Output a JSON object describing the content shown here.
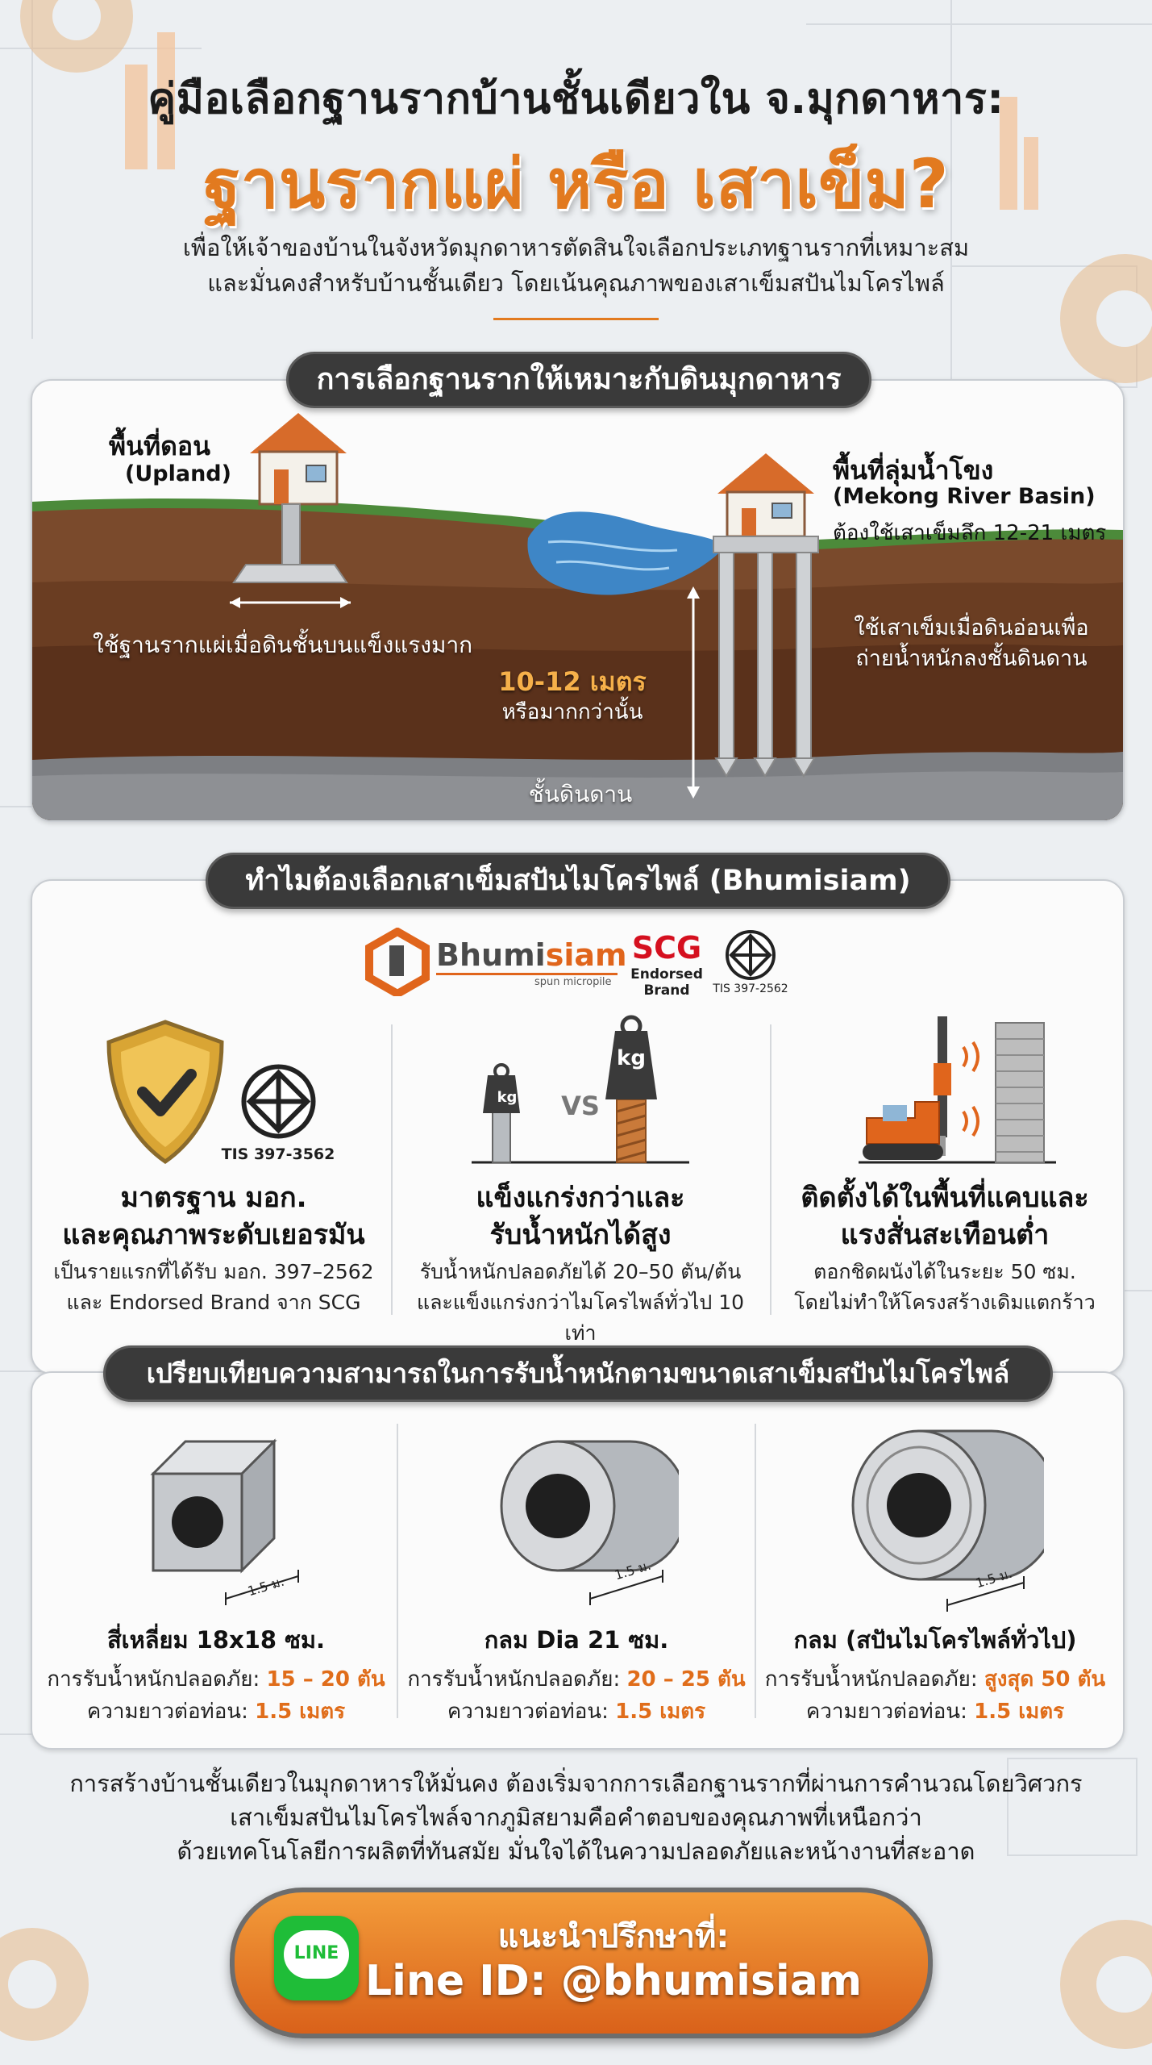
{
  "header": {
    "title_line1": "คู่มือเลือกฐานรากบ้านชั้นเดียวใน จ.มุกดาหาร:",
    "title_line2": "ฐานรากแผ่ หรือ เสาเข็ม?",
    "subtitle_line1": "เพื่อให้เจ้าของบ้านในจังหวัดมุกดาหารตัดสินใจเลือกประเภทฐานรากที่เหมาะสม",
    "subtitle_line2": "และมั่นคงสำหรับบ้านชั้นเดียว โดยเน้นคุณภาพของเสาเข็มสปันไมโครไพล์"
  },
  "soil_section": {
    "heading": "การเลือกฐานรากให้เหมาะกับดินมุกดาหาร",
    "upland_th": "พื้นที่ดอน",
    "upland_en": "(Upland)",
    "upland_note": "ใช้ฐานรากแผ่เมื่อดินชั้นบนแข็งแรงมาก",
    "basin_th": "พื้นที่ลุ่มน้ำโขง",
    "basin_en": "(Mekong River Basin)",
    "basin_req": "ต้องใช้เสาเข็มลึก 12-21 เมตร",
    "basin_note_1": "ใช้เสาเข็มเมื่อดินอ่อนเพื่อ",
    "basin_note_2": "ถ่ายน้ำหนักลงชั้นดินดาน",
    "depth_value": "10-12 เมตร",
    "depth_note": "หรือมากกว่านั้น",
    "hard_layer": "ชั้นดินดาน"
  },
  "why_section": {
    "heading": "ทำไมต้องเลือกเสาเข็มสปันไมโครไพล์ (Bhumisiam)",
    "brand_name_part1": "Bhumi",
    "brand_name_part2": "siam",
    "brand_tagline": "spun micropile",
    "scg_logo": "SCG",
    "scg_endorsed_1": "Endorsed",
    "scg_endorsed_2": "Brand",
    "tis_top": "TIS 397-2562",
    "features": [
      {
        "icon": "shield-check-icon",
        "badge": "TIS 397-3562",
        "title_1": "มาตรฐาน มอก.",
        "title_2": "และคุณภาพระดับเยอรมัน",
        "desc_1": "เป็นรายแรกที่ได้รับ มอก. 397–2562",
        "desc_2": "และ Endorsed Brand จาก SCG"
      },
      {
        "icon": "weight-comparison-icon",
        "weight_label": "kg",
        "vs": "VS",
        "title_1": "แข็งแกร่งกว่าและ",
        "title_2": "รับน้ำหนักได้สูง",
        "desc_1": "รับน้ำหนักปลอดภัยได้ 20–50 ตัน/ต้น",
        "desc_2": "และแข็งแกร่งกว่าไมโครไพล์ทั่วไป 10 เท่า"
      },
      {
        "icon": "pile-driver-icon",
        "title_1": "ติดตั้งได้ในพื้นที่แคบและ",
        "title_2": "แรงสั่นสะเทือนต่ำ",
        "desc_1": "ตอกชิดผนังได้ในระยะ 50 ซม.",
        "desc_2": "โดยไม่ทำให้โครงสร้างเดิมแตกร้าว"
      }
    ]
  },
  "compare_section": {
    "heading": "เปรียบเทียบความสามารถในการรับน้ำหนักตามขนาดเสาเข็มสปันไมโครไพล์",
    "length_tag": "1.5 ม.",
    "load_label": "การรับน้ำหนักปลอดภัย:",
    "length_label": "ความยาวต่อท่อน:",
    "items": [
      {
        "shape": "square-pile-icon",
        "name": "สี่เหลี่ยม 18x18 ซม.",
        "load": "15 – 20 ตัน",
        "length": "1.5 เมตร"
      },
      {
        "shape": "round-pile-icon",
        "name": "กลม Dia 21 ซม.",
        "load": "20 – 25 ตัน",
        "length": "1.5 เมตร"
      },
      {
        "shape": "round-large-pile-icon",
        "name": "กลม (สปันไมโครไพล์ทั่วไป)",
        "load": "สูงสุด 50 ตัน",
        "length": "1.5 เมตร"
      }
    ]
  },
  "conclusion": {
    "line1": "การสร้างบ้านชั้นเดียวในมุกดาหารให้มั่นคง ต้องเริ่มจากการเลือกฐานรากที่ผ่านการคำนวณโดยวิศวกร",
    "line2": "เสาเข็มสปันไมโครไพล์จากภูมิสยามคือคำตอบของคุณภาพที่เหนือกว่า",
    "line3": "ด้วยเทคโนโลยีการผลิตที่ทันสมัย มั่นใจได้ในความปลอดภัยและหน้างานที่สะอาด"
  },
  "cta": {
    "line_logo": "LINE",
    "label": "แนะนำปรึกษาที่:",
    "line_id": "Line ID: @bhumisiam"
  },
  "colors": {
    "accent": "#e27a1f",
    "dark_pill": "#3a3a3a",
    "line_green": "#1fbd38"
  }
}
